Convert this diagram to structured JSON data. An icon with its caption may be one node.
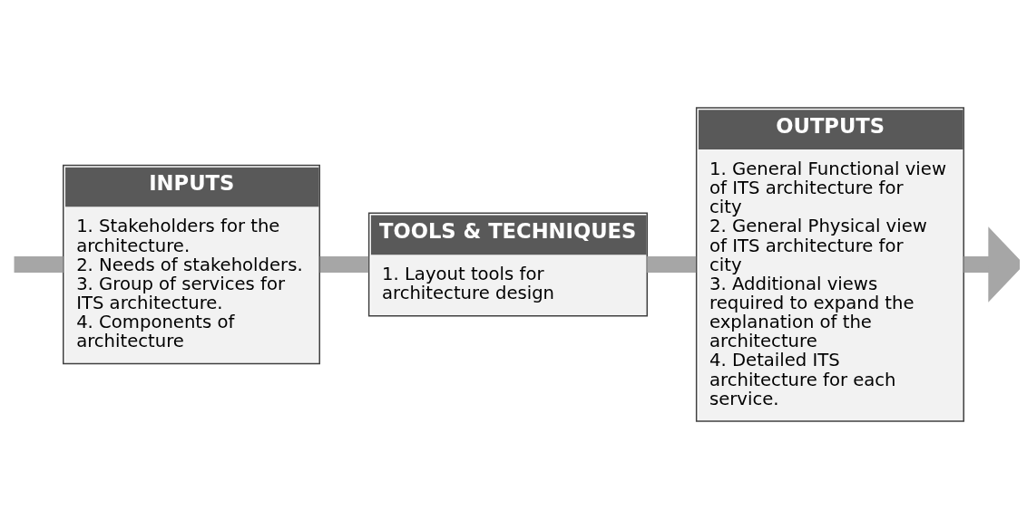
{
  "diagram": {
    "nodes": [
      {
        "text": [
          "INPUTS",
          "1. Stakeholders for the architecture.",
          "2. Needs of stakeholders.",
          "3. Group of services for ITS architecture.",
          "4. Components of architecture"
        ]
      },
      {
        "text": [
          "TOOLS & TECHNIQUES",
          "1. Layout tools for architecture design"
        ]
      },
      {
        "text": [
          "OUTPUTS",
          "1. General Functional view of ITS architecture for city",
          "2. General Physical view of ITS architecture for city",
          "3. Additional views required to expand the explanation of the architecture",
          "4. Detailed ITS architecture for each service."
        ]
      }
    ],
    "edges": [
      {
        "from": null,
        "to": 0,
        "arrow": "none"
      },
      {
        "from": 0,
        "to": 1,
        "arrow": "none"
      },
      {
        "from": 1,
        "to": 2,
        "arrow": "none"
      },
      {
        "from": 2,
        "to": null,
        "arrow": "to"
      }
    ]
  }
}
